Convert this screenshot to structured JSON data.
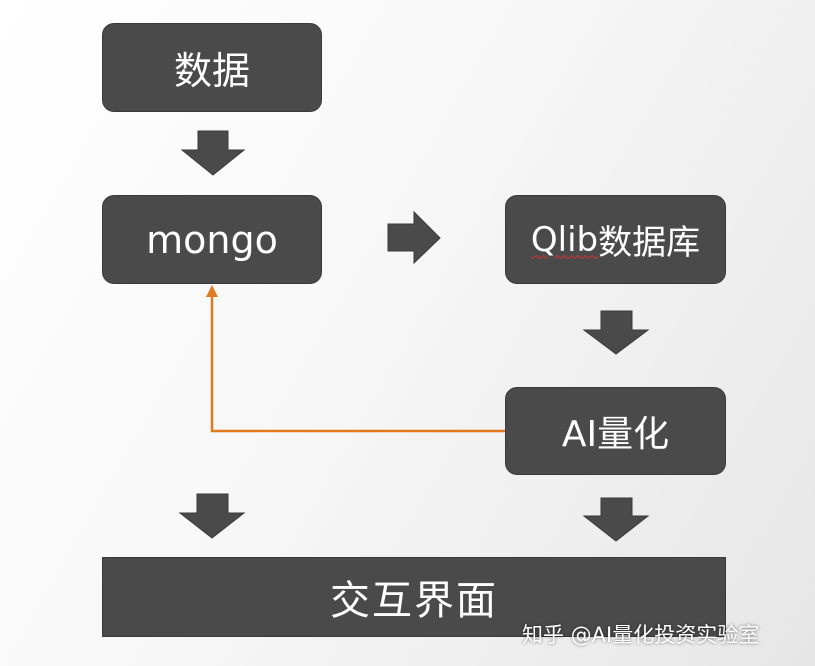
{
  "nodes": {
    "data": "数据",
    "mongo": "mongo",
    "qlib_prefix": "Qlib",
    "qlib_suffix": "数据库",
    "ai_quant": "AI量化",
    "interface": "交互界面"
  },
  "watermark": "知乎 @AI量化投资实验室",
  "colors": {
    "node_fill": "#4a4a4a",
    "arrow_fill": "#4a4a4a",
    "feedback_line": "#e07a1f",
    "text": "#ffffff"
  }
}
